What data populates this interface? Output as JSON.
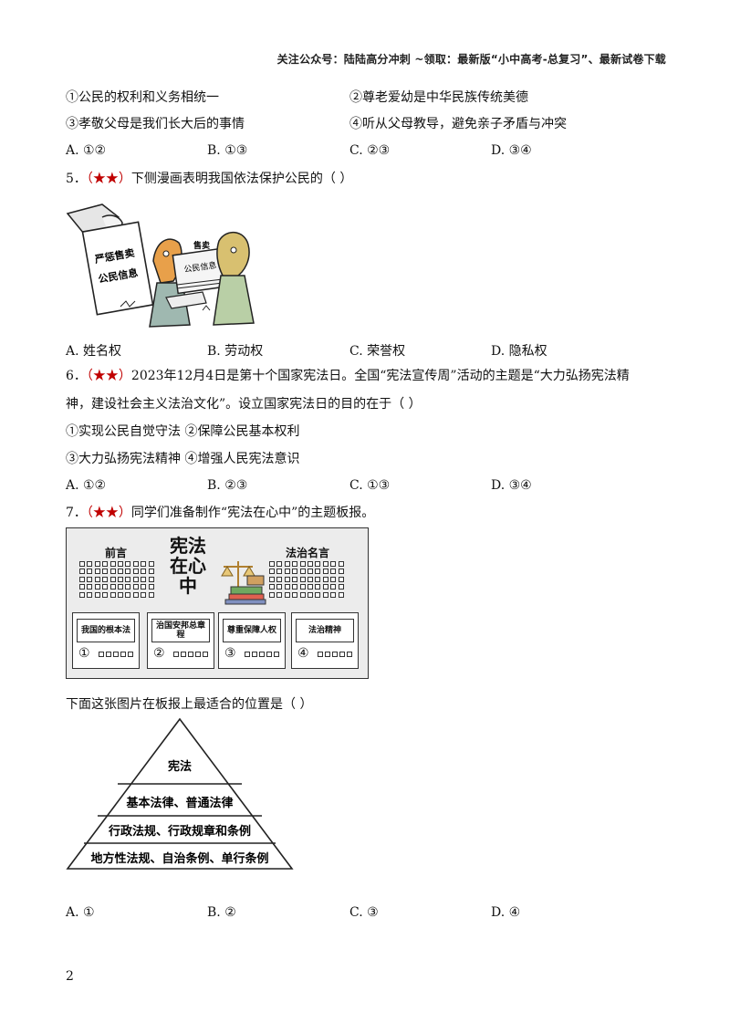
{
  "header": "关注公众号：陆陆高分冲刺  ~领取：最新版“小中高考-总复习”、最新试卷下载",
  "q4": {
    "s1": "①公民的权利和义务相统一",
    "s2": "②尊老爱幼是中华民族传统美德",
    "s3": "③孝敬父母是我们长大后的事情",
    "s4": "④听从父母教导，避免亲子矛盾与冲突",
    "options": [
      "A. ①②",
      "B. ①③",
      "C. ②③",
      "D. ③④"
    ]
  },
  "q5": {
    "num": "5．",
    "stars": "（★★）",
    "stem": "下侧漫画表明我国依法保护公民的（      ）",
    "cartoon_sign": "严惩售卖公民信息",
    "cartoon_book": "公民信息",
    "cartoon_sell": "售卖",
    "options": [
      "A. 姓名权",
      "B. 劳动权",
      "C. 荣誉权",
      "D. 隐私权"
    ]
  },
  "q6": {
    "num": "6．",
    "stars": "（★★）",
    "stem1": "2023年12月4日是第十个国家宪法日。全国“宪法宣传周”活动的主题是“大力弘扬宪法精",
    "stem2": "神，建设社会主义法治文化”。设立国家宪法日的目的在于（      ）",
    "s1": "①实现公民自觉守法 ②保障公民基本权利",
    "s2": "③大力弘扬宪法精神 ④增强人民宪法意识",
    "options": [
      "A. ①②",
      "B. ②③",
      "C. ①③",
      "D. ③④"
    ]
  },
  "q7": {
    "num": "7．",
    "stars": "（★★）",
    "stem": "同学们准备制作“宪法在心中”的主题板报。",
    "board_title": "宪法在心中",
    "board_left": "前言",
    "board_right": "法治名言",
    "cards": [
      {
        "label": "我国的根本法",
        "num": "①"
      },
      {
        "label": "治国安邦总章程",
        "num": "②"
      },
      {
        "label": "尊重保障人权",
        "num": "③"
      },
      {
        "label": "法治精神",
        "num": "④"
      }
    ],
    "stem2": "下面这张图片在板报上最适合的位置是（      ）",
    "pyramid": [
      "宪法",
      "基本法律、普通法律",
      "行政法规、行政规章和条例",
      "地方性法规、自治条例、单行条例"
    ],
    "options": [
      "A. ①",
      "B. ②",
      "C. ③",
      "D. ④"
    ]
  },
  "page_number": "2"
}
